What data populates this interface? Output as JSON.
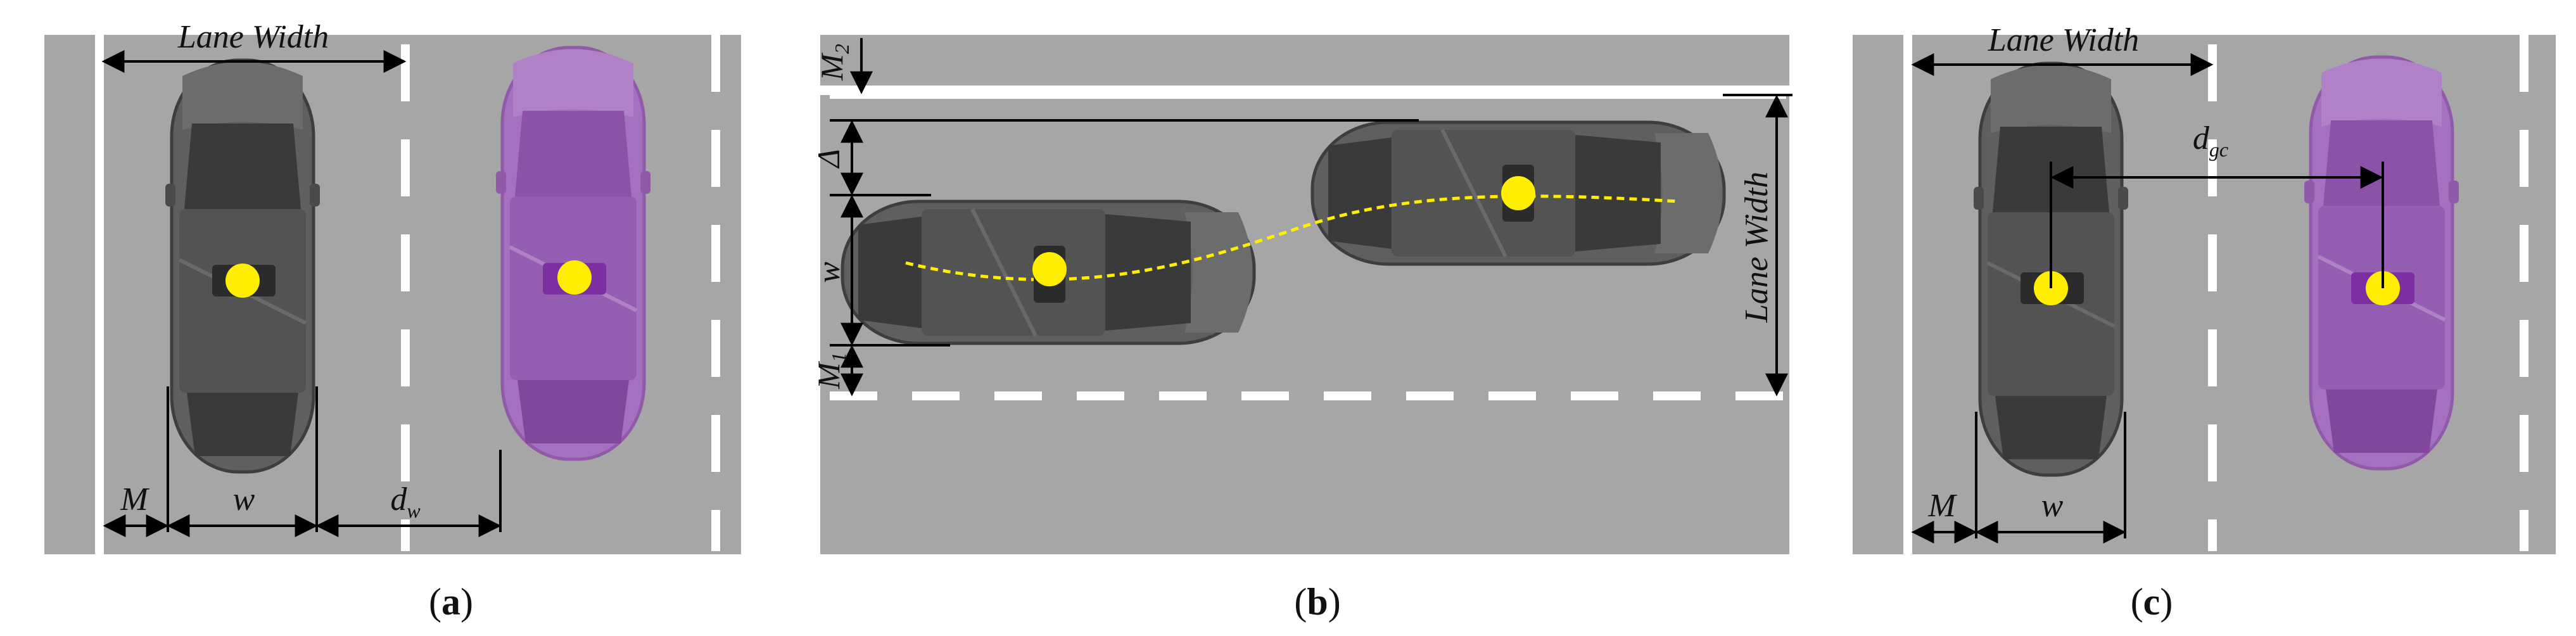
{
  "panel_a": {
    "lane_width_label": "Lane Width",
    "margin_label": "M",
    "width_label": "w",
    "distance_label": "d",
    "distance_sub": "w",
    "caption_open": "(",
    "caption_letter": "a",
    "caption_close": ")"
  },
  "panel_b": {
    "m2_label": "M",
    "m2_sub": "2",
    "delta_label": "Δ",
    "width_label": "w",
    "m1_label": "M",
    "m1_sub": "1",
    "lane_width_label": "Lane Width",
    "caption_open": "(",
    "caption_letter": "b",
    "caption_close": ")"
  },
  "panel_c": {
    "lane_width_label": "Lane Width",
    "distance_label": "d",
    "distance_sub": "gc",
    "margin_label": "M",
    "width_label": "w",
    "caption_open": "(",
    "caption_letter": "c",
    "caption_close": ")"
  },
  "colors": {
    "road": "#a6a6a6",
    "lane_marking": "#ffffff",
    "ego_car": "#5f5f5f",
    "other_car": "#9b59b6",
    "center_point": "#ffee00",
    "trajectory": "#ffee00"
  }
}
